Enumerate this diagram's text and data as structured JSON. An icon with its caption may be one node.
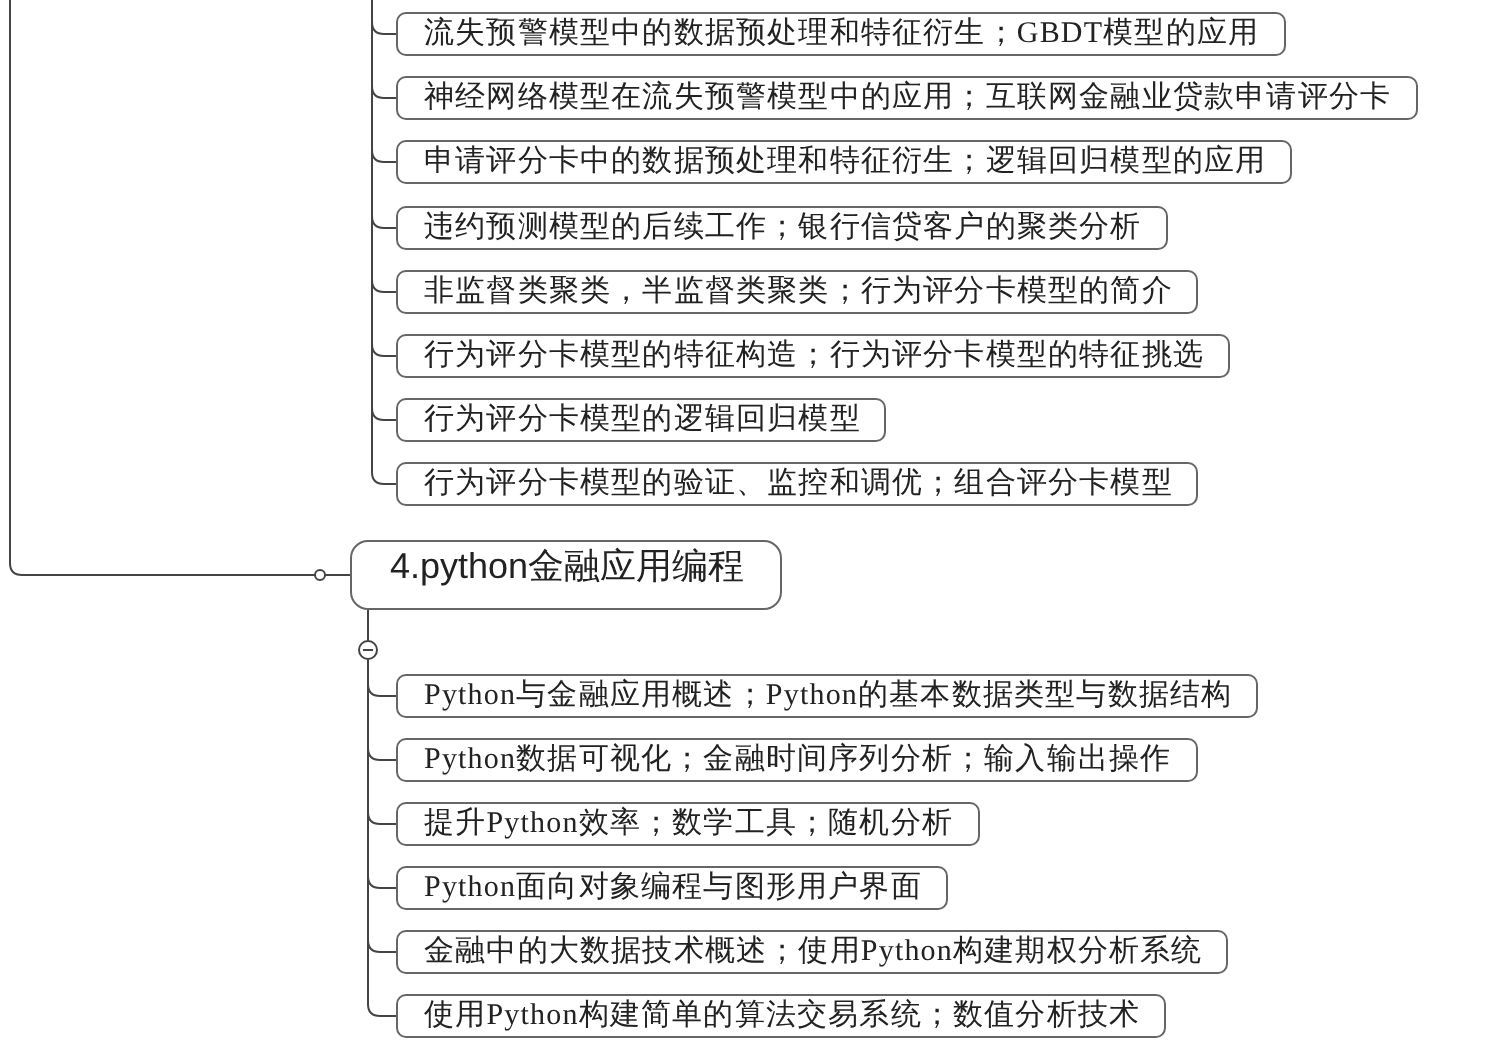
{
  "diagram": {
    "nodes": [
      {
        "text": [
          "流失预警模型中的数据预处理和特征衍生；GBDT模型的应用"
        ]
      },
      {
        "text": [
          "神经网络模型在流失预警模型中的应用；互联网金融业贷款申请评分卡"
        ]
      },
      {
        "text": [
          "申请评分卡中的数据预处理和特征衍生；逻辑回归模型的应用"
        ]
      },
      {
        "text": [
          "违约预测模型的后续工作；银行信贷客户的聚类分析"
        ]
      },
      {
        "text": [
          "非监督类聚类，半监督类聚类；行为评分卡模型的简介"
        ]
      },
      {
        "text": [
          "行为评分卡模型的特征构造；行为评分卡模型的特征挑选"
        ]
      },
      {
        "text": [
          "行为评分卡模型的逻辑回归模型"
        ]
      },
      {
        "text": [
          "行为评分卡模型的验证、监控和调优；组合评分卡模型"
        ]
      },
      {
        "text": [
          "4.python金融应用编程"
        ]
      },
      {
        "text": [
          "Python与金融应用概述；Python的基本数据类型与数据结构"
        ]
      },
      {
        "text": [
          "Python数据可视化；金融时间序列分析；输入输出操作"
        ]
      },
      {
        "text": [
          "提升Python效率；数学工具；随机分析"
        ]
      },
      {
        "text": [
          "Python面向对象编程与图形用户界面"
        ]
      },
      {
        "text": [
          "金融中的大数据技术概述；使用Python构建期权分析系统"
        ]
      },
      {
        "text": [
          "使用Python构建简单的算法交易系统；数值分析技术"
        ]
      }
    ],
    "edges": [
      {
        "from": null,
        "to": 0,
        "arrow": "none"
      },
      {
        "from": null,
        "to": 1,
        "arrow": "none"
      },
      {
        "from": null,
        "to": 2,
        "arrow": "none"
      },
      {
        "from": null,
        "to": 3,
        "arrow": "none"
      },
      {
        "from": null,
        "to": 4,
        "arrow": "none"
      },
      {
        "from": null,
        "to": 5,
        "arrow": "none"
      },
      {
        "from": null,
        "to": 6,
        "arrow": "none"
      },
      {
        "from": null,
        "to": 7,
        "arrow": "none"
      },
      {
        "from": null,
        "to": 8,
        "arrow": "none"
      },
      {
        "from": 8,
        "to": 9,
        "arrow": "none"
      },
      {
        "from": 8,
        "to": 10,
        "arrow": "none"
      },
      {
        "from": 8,
        "to": 11,
        "arrow": "none"
      },
      {
        "from": 8,
        "to": 12,
        "arrow": "none"
      },
      {
        "from": 8,
        "to": 13,
        "arrow": "none"
      },
      {
        "from": 8,
        "to": 14,
        "arrow": "none"
      }
    ]
  }
}
